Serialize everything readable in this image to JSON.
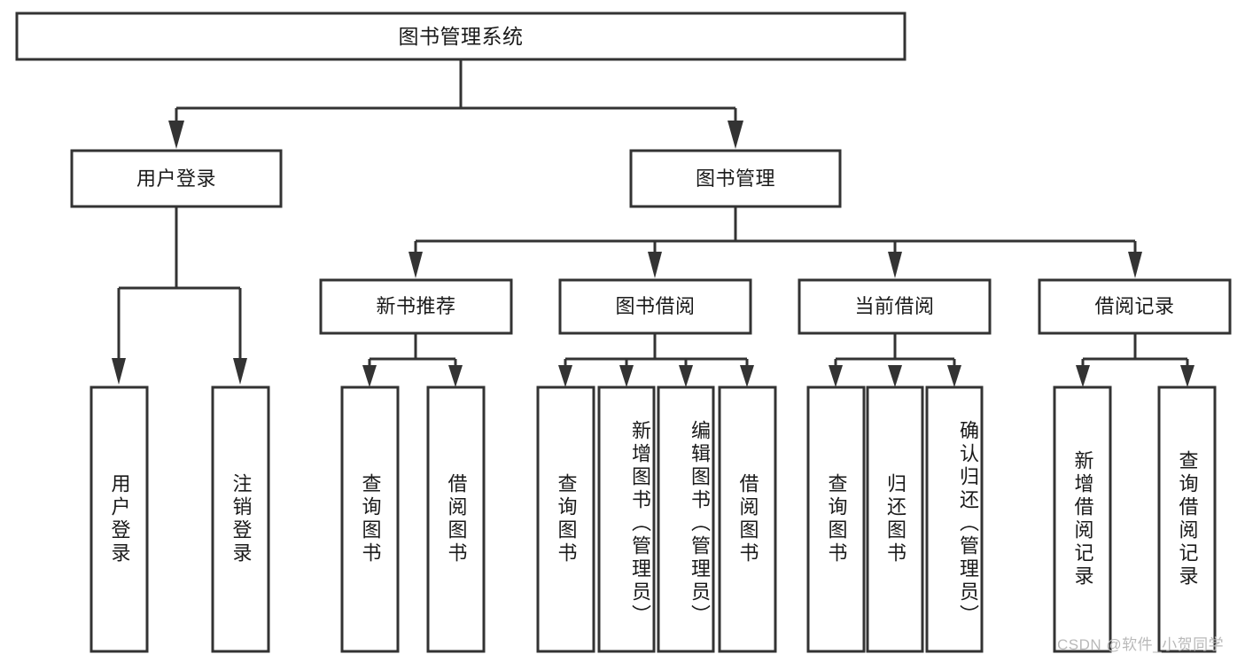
{
  "diagram": {
    "title": "图书管理系统",
    "type": "tree-hierarchy-diagram",
    "colors": {
      "stroke": "#333333",
      "fill": "#ffffff",
      "text": "#1a1a1a",
      "watermark": "#b9b9b9"
    },
    "root": {
      "id": "root",
      "label": "图书管理系统"
    },
    "level2": [
      {
        "id": "user-login",
        "label": "用户登录"
      },
      {
        "id": "book-management",
        "label": "图书管理"
      }
    ],
    "level3": [
      {
        "id": "new-book-recommend",
        "label": "新书推荐",
        "parent": "book-management"
      },
      {
        "id": "book-borrow",
        "label": "图书借阅",
        "parent": "book-management"
      },
      {
        "id": "current-borrow",
        "label": "当前借阅",
        "parent": "book-management"
      },
      {
        "id": "borrow-record",
        "label": "借阅记录",
        "parent": "book-management"
      }
    ],
    "leaves": [
      {
        "id": "leaf-user-login",
        "label": "用户登录",
        "parent": "user-login"
      },
      {
        "id": "leaf-logout-login",
        "label": "注销登录",
        "parent": "user-login"
      },
      {
        "id": "leaf-query-book-1",
        "label": "查询图书",
        "parent": "new-book-recommend"
      },
      {
        "id": "leaf-borrow-book-1",
        "label": "借阅图书",
        "parent": "new-book-recommend"
      },
      {
        "id": "leaf-query-book-2",
        "label": "查询图书",
        "parent": "book-borrow"
      },
      {
        "id": "leaf-add-book",
        "label": "新增图书（管理员）",
        "parent": "book-borrow"
      },
      {
        "id": "leaf-edit-book",
        "label": "编辑图书（管理员）",
        "parent": "book-borrow"
      },
      {
        "id": "leaf-borrow-book-2",
        "label": "借阅图书",
        "parent": "book-borrow"
      },
      {
        "id": "leaf-query-book-3",
        "label": "查询图书",
        "parent": "current-borrow"
      },
      {
        "id": "leaf-return-book",
        "label": "归还图书",
        "parent": "current-borrow"
      },
      {
        "id": "leaf-confirm-return",
        "label": "确认归还（管理员）",
        "parent": "current-borrow"
      },
      {
        "id": "leaf-add-record",
        "label": "新增借阅记录",
        "parent": "borrow-record"
      },
      {
        "id": "leaf-query-record",
        "label": "查询借阅记录",
        "parent": "borrow-record"
      }
    ],
    "watermark": "CSDN @软件_小贺同学"
  }
}
